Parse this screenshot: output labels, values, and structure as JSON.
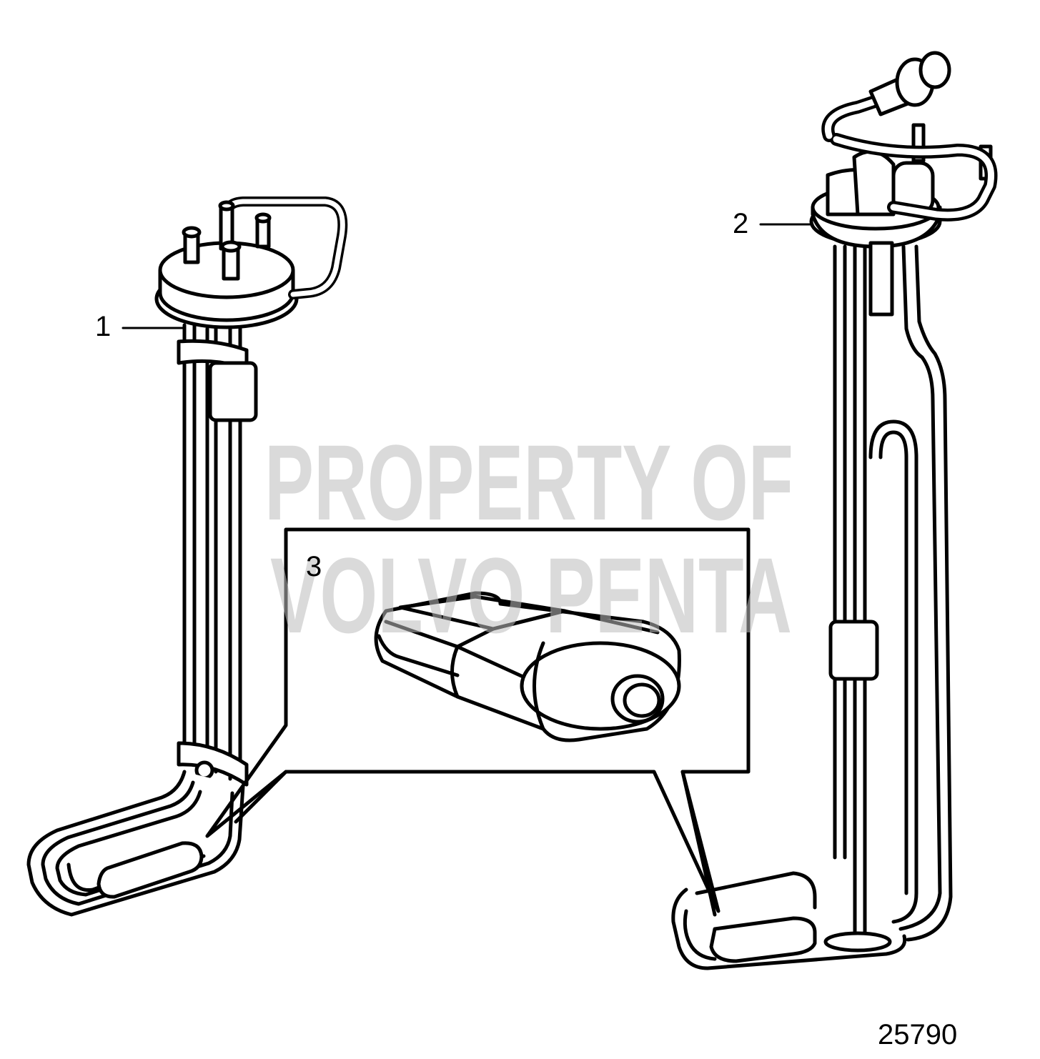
{
  "callouts": [
    {
      "id": "1",
      "label": "1"
    },
    {
      "id": "2",
      "label": "2"
    },
    {
      "id": "3",
      "label": "3"
    }
  ],
  "watermark": {
    "line1": "PROPERTY OF",
    "line2": "VOLVO PENTA"
  },
  "figure_number": "25790"
}
